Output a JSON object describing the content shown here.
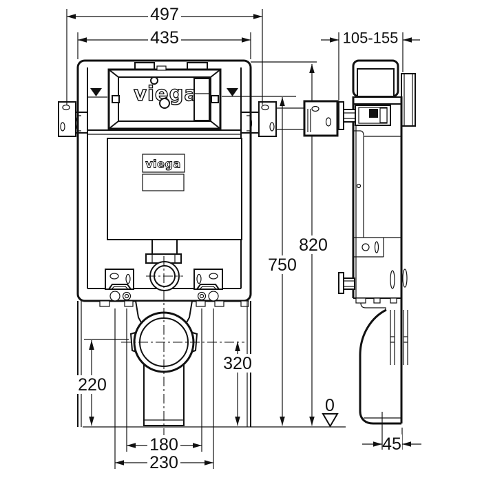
{
  "colors": {
    "paper": "#ffffff",
    "ink": "#111111"
  },
  "brand": {
    "logo": "viega"
  },
  "dimensions": {
    "outer_width": "497",
    "inner_width": "435",
    "install_depth_range": "105-155",
    "total_height": "820",
    "level_height": "750",
    "outlet_height": "320",
    "lower_height": "220",
    "fixing_spacing_inner": "180",
    "fixing_spacing_outer": "230",
    "bend_wall_offset": "45",
    "floor_datum": "0"
  }
}
